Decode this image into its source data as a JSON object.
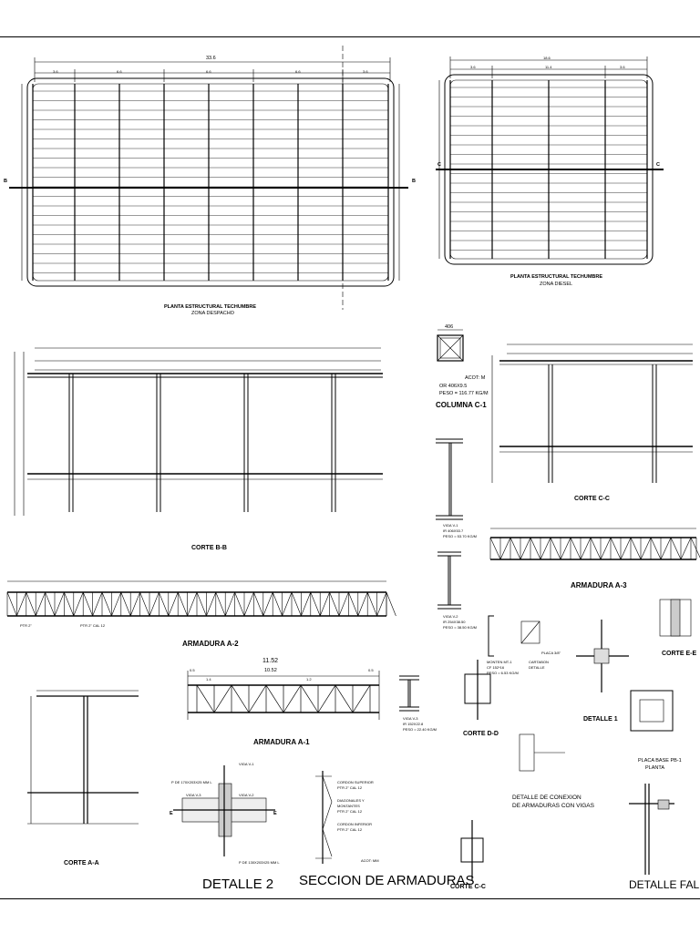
{
  "sheet": {
    "planta_despacho": {
      "title": "PLANTA ESTRUCTURAL TECHUMBRE",
      "subtitle": "ZONA DESPACHO",
      "dim_total": "33.6",
      "dims": [
        "3.6",
        "6.6",
        "6.6",
        "6.6",
        "3.6"
      ],
      "section": "B"
    },
    "planta_diesel": {
      "title": "PLANTA ESTRUCTURAL TECHUMBRE",
      "subtitle": "ZONA DIESEL",
      "dim_total": "18.6",
      "dims": [
        "3.6",
        "11.4",
        "3.6"
      ],
      "section": "C"
    },
    "columna": {
      "dim": "406",
      "lines": [
        "OR 406X9.5",
        "PESO = 116.77 KG/M"
      ],
      "acot": "ACOT: M",
      "title": "COLUMNA C-1"
    },
    "corte_bb": {
      "title": "CORTE B-B"
    },
    "corte_cc_top": {
      "title": "CORTE C-C"
    },
    "vigas": {
      "v1": [
        "VIGA V-1",
        "IR 406X53.7",
        "PESO = 53.70 KG/M"
      ],
      "v2": [
        "VIGA V-2",
        "IR 254X38.50",
        "PESO = 38.50 KG/M"
      ],
      "v3": [
        "VIGA V-3",
        "IR 152X22.8",
        "PESO = 22.40 KG/M"
      ]
    },
    "armadura_a3": {
      "title": "ARMADURA A-3"
    },
    "armadura_a2": {
      "title": "ARMADURA A-2",
      "note1": "PTR 2\"",
      "note2": "PTR 2\" CAL 12"
    },
    "armadura_a1": {
      "title": "ARMADURA A-1",
      "dim_total": "11.52",
      "dim_inner": "10.52",
      "dim_end": "0.5",
      "panel": "1.4",
      "panel2": "1.2"
    },
    "monten": {
      "lines": [
        "MONTEN MT-1",
        "CF 152*16",
        "PESO = 6.53 KG/M"
      ],
      "cartabon": [
        "CARTABON",
        "DETALLE"
      ],
      "placa": "PLACA 3/8\""
    },
    "corte_ee": {
      "title": "CORTE E-E"
    },
    "detalle1": {
      "title": "DETALLE 1"
    },
    "corte_dd": {
      "title": "CORTE D-D"
    },
    "placa_base": {
      "lines": [
        "PLACA BASE PB-1",
        "PLANTA"
      ]
    },
    "detalle_conexion": {
      "lines": [
        "DETALLE DE CONEXION",
        "DE ARMADURAS CON VIGAS"
      ]
    },
    "corte_aa": {
      "title": "CORTE A-A"
    },
    "detalle2": {
      "title": "DETALLE 2",
      "notes": [
        "VIGA V-1",
        "P DE 170X203X25 MM L",
        "VIGA V-3",
        "VIGA V-2",
        "P DE 130X203X25 MM L"
      ],
      "marks": [
        "E",
        "E"
      ]
    },
    "seccion_armaduras": {
      "title": "SECCION DE ARMADURAS",
      "notes": [
        "CORDON SUPERIOR",
        "PTR 2\" CAL 12",
        "DIAGONALES Y",
        "MONTANTES",
        "PTR 2\" CAL 12",
        "CORDON INFERIOR",
        "PTR 2\" CAL 12"
      ],
      "acot": "ACOT: MM"
    },
    "corte_cc_bottom": {
      "title": "CORTE C-C"
    },
    "detalle_faldon": {
      "title": "DETALLE FALDON"
    }
  }
}
